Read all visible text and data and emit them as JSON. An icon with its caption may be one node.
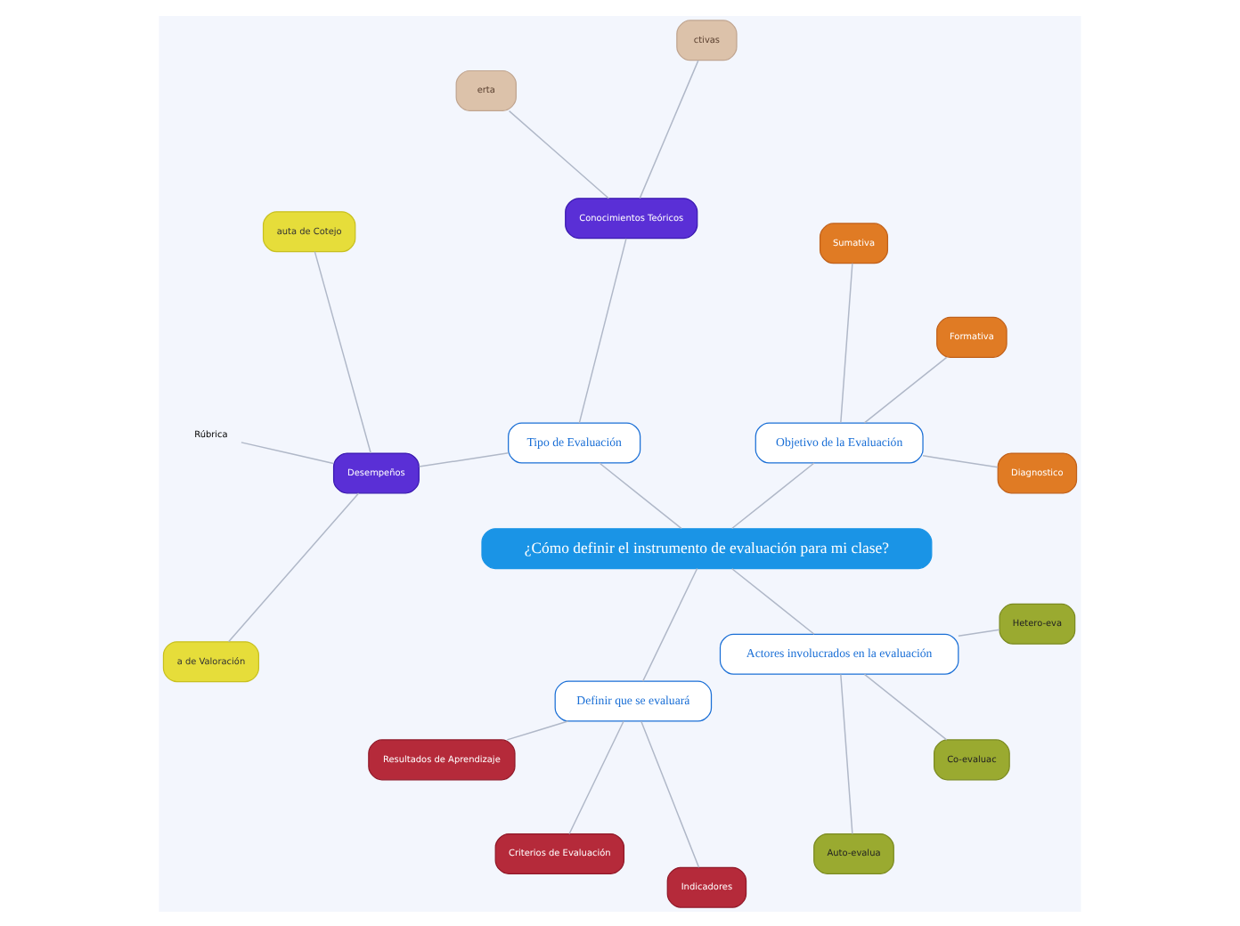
{
  "diagram": {
    "nodes": [
      {
        "text": [
          "¿Cómo definir el instrumento de evaluación para mi clase?"
        ]
      },
      {
        "text": [
          "Objetivo de la Evaluación"
        ]
      },
      {
        "text": [
          "Diagnostico"
        ]
      },
      {
        "text": [
          "Formativa"
        ]
      },
      {
        "text": [
          "Sumativa"
        ]
      },
      {
        "text": [
          "Tipo de Evaluación"
        ]
      },
      {
        "text": [
          "Conocimientos Teóricos"
        ]
      },
      {
        "text": [
          "ctivas"
        ]
      },
      {
        "text": [
          "erta"
        ]
      },
      {
        "text": [
          "Desempeños"
        ]
      },
      {
        "text": [
          "auta de Cotejo"
        ]
      },
      {
        "text": [
          "Rúbrica"
        ]
      },
      {
        "text": [
          "a de Valoración"
        ]
      },
      {
        "text": [
          "Definir que se evaluará"
        ]
      },
      {
        "text": [
          "Resultados de Aprendizaje"
        ]
      },
      {
        "text": [
          "Criterios de Evaluación"
        ]
      },
      {
        "text": [
          "Indicadores"
        ]
      },
      {
        "text": [
          "Actores involucrados en la evaluación"
        ]
      },
      {
        "text": [
          "Auto-evalua"
        ]
      },
      {
        "text": [
          "Co-evaluac"
        ]
      },
      {
        "text": [
          "Hetero-eva"
        ]
      }
    ],
    "edges": [
      {
        "from": 0,
        "to": 1,
        "arrow": "none"
      },
      {
        "from": 1,
        "to": 2,
        "arrow": "none"
      },
      {
        "from": 1,
        "to": 3,
        "arrow": "none"
      },
      {
        "from": 1,
        "to": 4,
        "arrow": "none"
      },
      {
        "from": 0,
        "to": 5,
        "arrow": "none"
      },
      {
        "from": 5,
        "to": 6,
        "arrow": "none"
      },
      {
        "from": 6,
        "to": 7,
        "arrow": "none"
      },
      {
        "from": 6,
        "to": 8,
        "arrow": "none"
      },
      {
        "from": 5,
        "to": 9,
        "arrow": "none"
      },
      {
        "from": 9,
        "to": 10,
        "arrow": "none"
      },
      {
        "from": 9,
        "to": 11,
        "arrow": "none"
      },
      {
        "from": 9,
        "to": 12,
        "arrow": "none"
      },
      {
        "from": 0,
        "to": 13,
        "arrow": "none"
      },
      {
        "from": 13,
        "to": 14,
        "arrow": "none"
      },
      {
        "from": 13,
        "to": 15,
        "arrow": "none"
      },
      {
        "from": 13,
        "to": 16,
        "arrow": "none"
      },
      {
        "from": 0,
        "to": 17,
        "arrow": "none"
      },
      {
        "from": 17,
        "to": 18,
        "arrow": "none"
      },
      {
        "from": 17,
        "to": 19,
        "arrow": "none"
      },
      {
        "from": 17,
        "to": 20,
        "arrow": "none"
      }
    ]
  }
}
